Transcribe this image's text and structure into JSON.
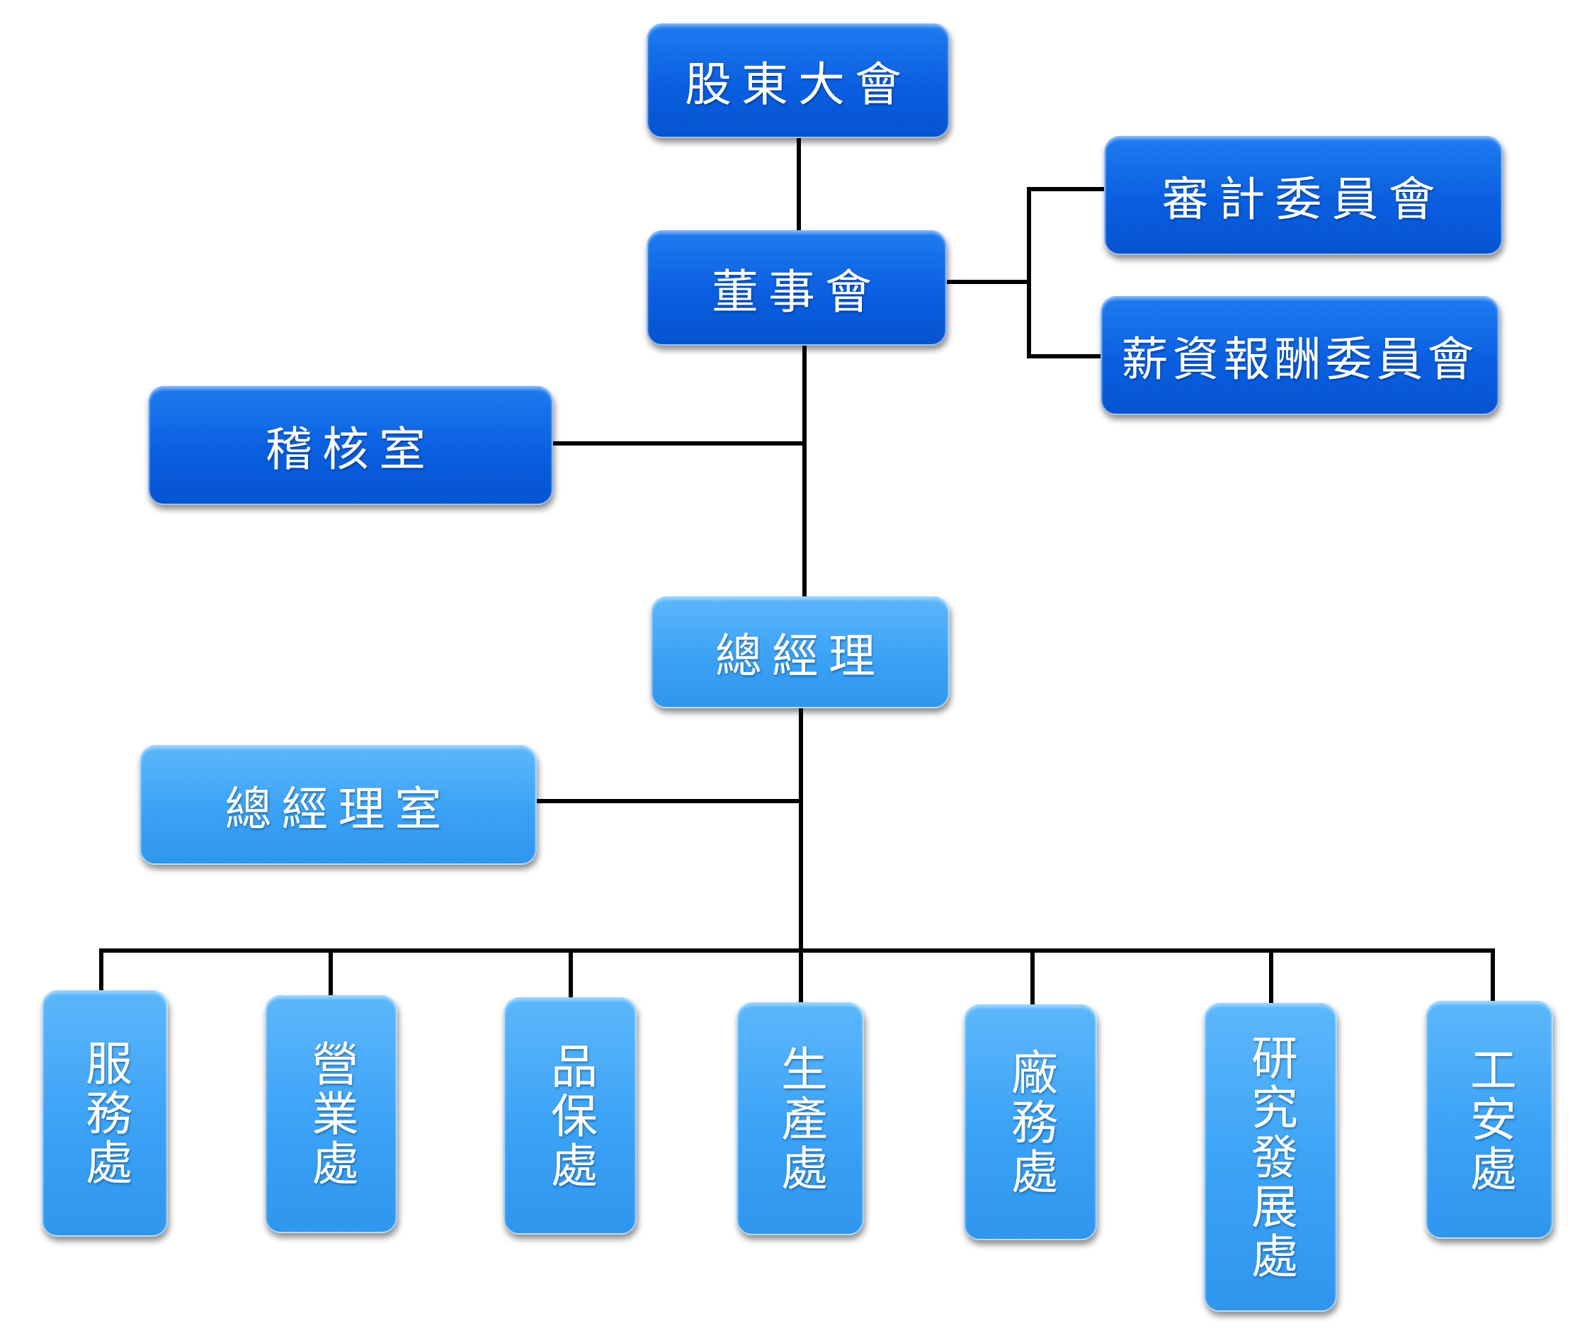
{
  "org_chart": {
    "shareholders": "股東大會",
    "board": "董事會",
    "audit_committee": "審計委員會",
    "compensation_committee": "薪資報酬委員會",
    "internal_audit": "稽核室",
    "general_manager": "總經理",
    "gm_office": "總經理室",
    "departments": [
      "服務處",
      "營業處",
      "品保處",
      "生產處",
      "廠務處",
      "研究發展處",
      "工安處"
    ]
  },
  "colors": {
    "governance_box": "#0a5fe0",
    "management_box": "#3ba2f6",
    "connector": "#000000",
    "text": "#ffffff"
  }
}
